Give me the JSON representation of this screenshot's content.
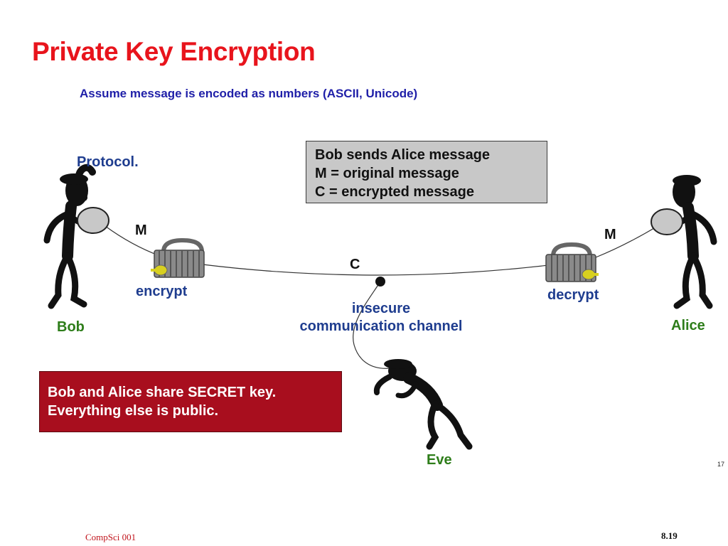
{
  "title": "Private Key Encryption",
  "subtitle": "Assume message is encoded as numbers (ASCII, Unicode)",
  "diagram": {
    "protocol_label": "Protocol.",
    "info_box": {
      "line1": "Bob sends Alice message",
      "line2": "M = original message",
      "line3": "C = encrypted message"
    },
    "label_m_left": "M",
    "label_m_right": "M",
    "label_c": "C",
    "encrypt_label": "encrypt",
    "decrypt_label": "decrypt",
    "channel_line1": "insecure",
    "channel_line2": "communication channel",
    "bob_label": "Bob",
    "alice_label": "Alice",
    "eve_label": "Eve"
  },
  "secret_box": {
    "line1": "Bob and Alice share SECRET key.",
    "line2": "Everything else is public."
  },
  "page_number": "17",
  "footer": {
    "left": "CompSci 001",
    "right": "8.19"
  },
  "colors": {
    "title": "#e8141c",
    "subtitle": "#1f1fa8",
    "label_blue": "#1f3d8f",
    "label_green": "#2e7d1a",
    "secret_box_bg": "#a80e1e",
    "info_box_bg": "#c8c8c8"
  }
}
